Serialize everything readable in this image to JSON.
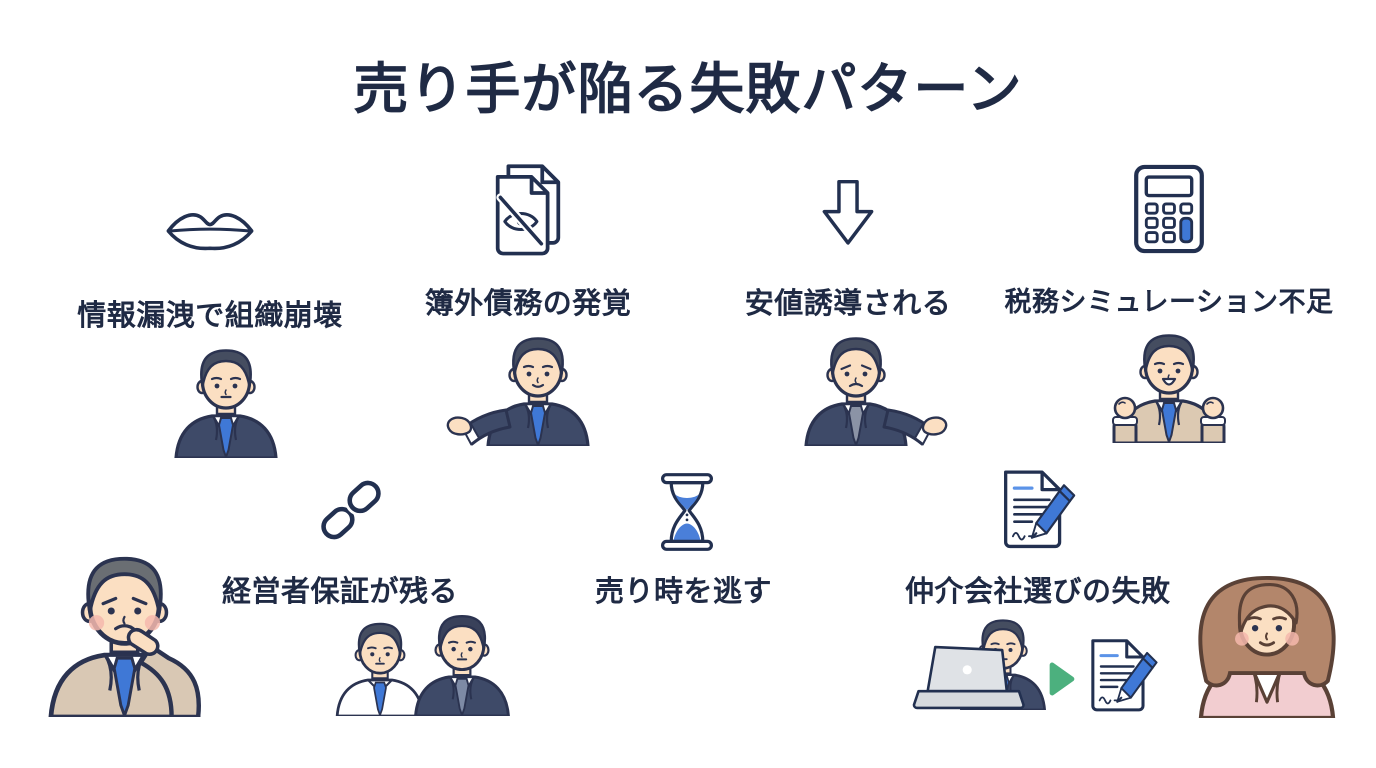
{
  "page": {
    "title": "売り手が陥る失敗パターン"
  },
  "colors": {
    "text_navy": "#1f2a44",
    "accent_blue": "#3f78d6",
    "accent_green": "#4cb07e",
    "suit_navy": "#3e4a68",
    "suit_beige": "#dcc9b2",
    "jacket_pink": "#f2cdd0"
  },
  "row1": [
    {
      "label": "情報漏洩で組織崩壊",
      "icon": "lips-icon",
      "figure": "businessman-neutral"
    },
    {
      "label": "簿外債務の発覚",
      "icon": "hidden-document-icon",
      "figure": "businessman-presenting"
    },
    {
      "label": "安値誘導される",
      "icon": "down-arrow-icon",
      "figure": "businessman-worried-shrug"
    },
    {
      "label": "税務シミュレーション不足",
      "icon": "calculator-icon",
      "figure": "businessman-excited-fists"
    }
  ],
  "row2": [
    {
      "label": "経営者保証が残る",
      "icon": "chain-link-icon",
      "figure": "two-businessmen"
    },
    {
      "label": "売り時を逃す",
      "icon": "hourglass-icon"
    },
    {
      "label": "仲介会社選びの失敗",
      "icon": "contract-pen-icon",
      "figure": "businessman-laptop-to-contract"
    }
  ],
  "side_figures": {
    "left": "older-businessman-thinking",
    "right": "businesswoman-smiling"
  }
}
